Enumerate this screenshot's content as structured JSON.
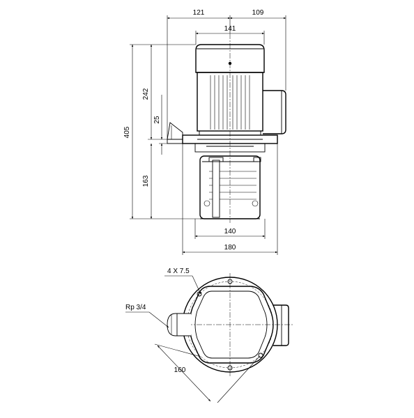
{
  "dimensions": {
    "top_left_width": "121",
    "top_right_width": "109",
    "motor_width": "141",
    "total_height": "405",
    "motor_height": "242",
    "flange_thickness": "25",
    "pump_depth": "163",
    "pump_width": "140",
    "flange_width": "180",
    "holes": "4  X 7.5",
    "thread": "Rp 3/4",
    "bolt_circle": "160"
  },
  "colors": {
    "line": "#000000",
    "background": "#ffffff",
    "motor_fill": "#ffffff"
  }
}
